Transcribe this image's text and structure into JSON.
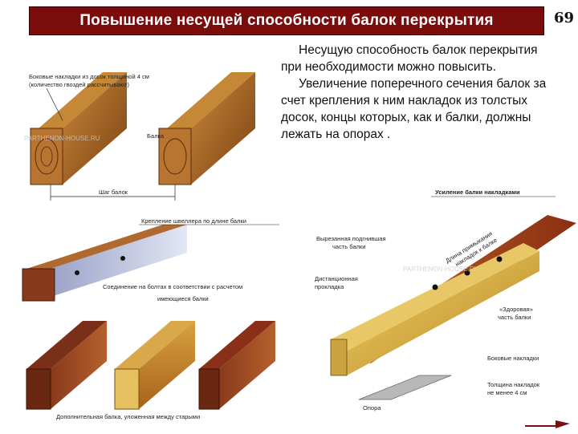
{
  "slide": {
    "title": "Повышение несущей способности балок перекрытия",
    "page_number": "69",
    "paragraphs": [
      "Несущую способность балок перекрытия при необходимости можно повысить.",
      "Увеличение поперечного сечения балок за счет крепления к ним накладок из толстых досок, концы которых, как и балки, должны лежать на опорах ."
    ]
  },
  "figure_left": {
    "labels": {
      "side_boards": "Боковые накладки из досок толщиной 4 см",
      "nails_note": "(количество гвоздей рассчитывают)",
      "beam": "Балка",
      "beam_step": "Шаг балок",
      "channel": "Крепление швеллера по длине балки",
      "bolts": "Соединение на болтах в соответствии с расчетом",
      "existing": "имеющиеся балки",
      "additional": "Дополнительная балка, уложенная между старыми"
    },
    "watermark": "PARTHENON-HOUSE.RU"
  },
  "figure_right": {
    "labels": {
      "reinforcement": "Усиление балки накладками",
      "cut_out": "Вырезанная подгнившая",
      "cut_out_2": "часть балки",
      "spacer": "Дистанционная",
      "spacer_2": "прокладка",
      "length_1": "Длина примыкания",
      "length_2": "накладок к балке",
      "healthy_1": "«Здоровая»",
      "healthy_2": "часть балки",
      "side": "Боковые накладки",
      "thickness_1": "Толщина накладок",
      "thickness_2": "не менее 4 см",
      "support": "Опора"
    },
    "watermark": "PARTHENON-HOUSE.RU"
  }
}
